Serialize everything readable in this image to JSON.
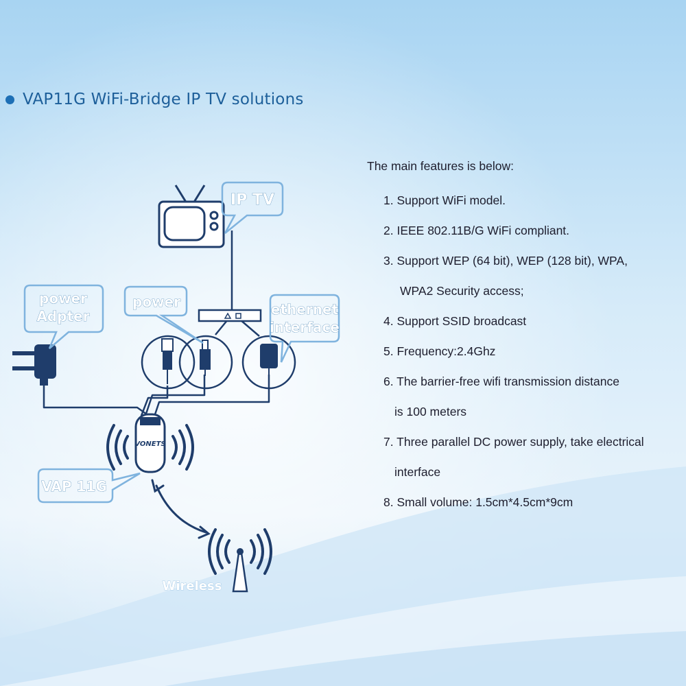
{
  "title": "VAP11G WiFi-Bridge IP TV solutions",
  "colors": {
    "accent": "#1d6fb5",
    "line": "#1f3d6b",
    "bubble": "#7fb3de"
  },
  "features": {
    "heading": "The main features is below:",
    "items": [
      "1.  Support WiFi model.",
      "2.  IEEE 802.11B/G WiFi compliant.",
      "3.  Support WEP (64 bit), WEP (128 bit), WPA,",
      "WPA2 Security access;",
      "4. Support SSID broadcast",
      "5. Frequency:2.4Ghz",
      "6. The barrier-free wifi transmission distance",
      "is 100 meters",
      "7. Three parallel DC power supply, take electrical",
      "interface",
      "8. Small volume: 1.5cm*4.5cm*9cm"
    ]
  },
  "diagram": {
    "ip_tv": "IP TV",
    "power": "power",
    "power_adapter_line1": "power",
    "power_adapter_line2": "Adpter",
    "ethernet_line1": "ethernet",
    "ethernet_line2": "interface",
    "device_label": "VAP 11G",
    "device_logo": "VONETS",
    "wireless": "Wireless"
  },
  "icons": [
    "tv-icon",
    "set-top-box-icon",
    "power-plug-icon",
    "usb-connector-icon",
    "dc-jack-icon",
    "rj45-connector-icon",
    "wireless-device-icon",
    "antenna-tower-icon"
  ]
}
